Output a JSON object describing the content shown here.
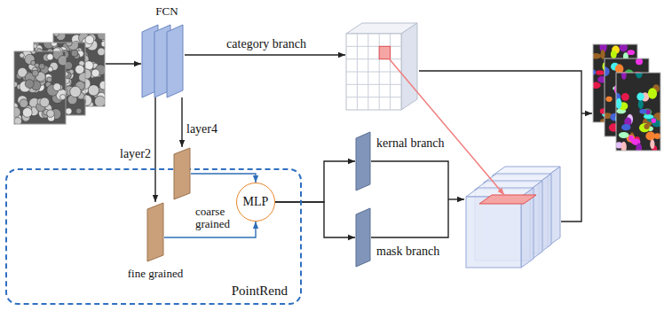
{
  "diagram": {
    "nodes": [
      {
        "text": [
          "FCN"
        ]
      },
      {
        "text": [
          "PointRend"
        ]
      },
      {
        "text": [
          "coarse grained"
        ],
        "in": 1
      },
      {
        "text": [
          "fine grained"
        ],
        "in": 1
      },
      {
        "text": [
          "MLP"
        ],
        "in": 1
      },
      {
        "text": [
          "kernal branch"
        ]
      },
      {
        "text": [
          "mask branch"
        ]
      }
    ],
    "edges": [
      {
        "from": 0,
        "to": 2,
        "label": "layer4",
        "arrow": "to"
      },
      {
        "from": 0,
        "to": 3,
        "label": "layer2",
        "arrow": "to"
      },
      {
        "from": 2,
        "to": 4,
        "arrow": "to"
      },
      {
        "from": 3,
        "to": 4,
        "arrow": "to"
      },
      {
        "from": 4,
        "to": 5,
        "arrow": "to"
      },
      {
        "from": 4,
        "to": 6,
        "arrow": "to"
      }
    ],
    "labels": [
      "category branch"
    ]
  }
}
